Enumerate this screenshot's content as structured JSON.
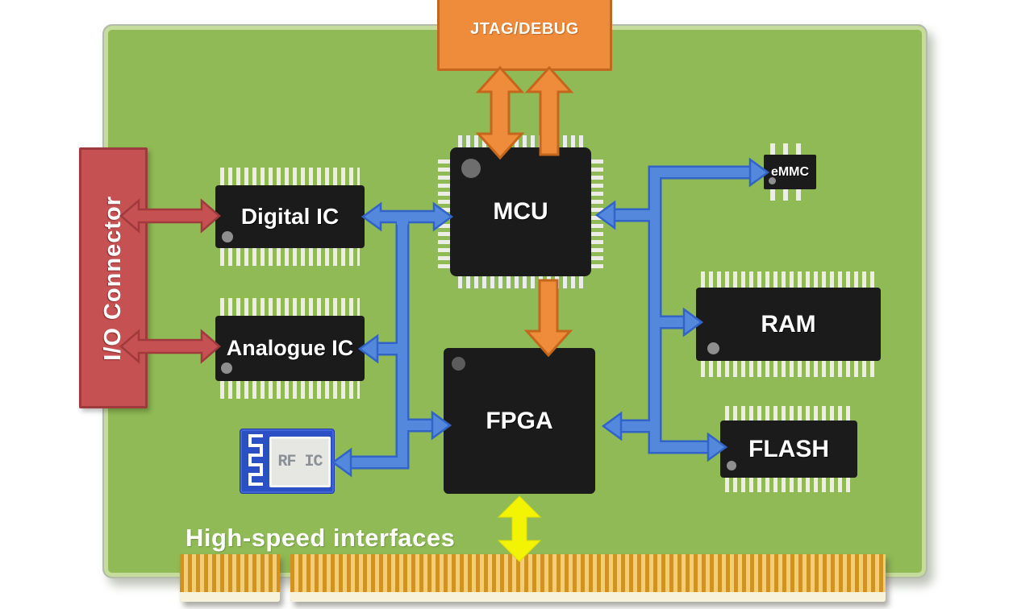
{
  "components": {
    "jtag": {
      "label": "JTAG/DEBUG"
    },
    "io_connector": {
      "label": "I/O Connector"
    },
    "digital_ic": {
      "label": "Digital IC"
    },
    "analogue_ic": {
      "label": "Analogue IC"
    },
    "rf_ic": {
      "label": "RF IC"
    },
    "mcu": {
      "label": "MCU"
    },
    "fpga": {
      "label": "FPGA"
    },
    "emmc": {
      "label": "eMMC"
    },
    "ram": {
      "label": "RAM"
    },
    "flash": {
      "label": "FLASH"
    }
  },
  "board": {
    "label": "High-speed interfaces"
  },
  "colors": {
    "board_green": "#8FBA55",
    "board_edge_green": "#C6DC9C",
    "chip_black": "#1B1B1B",
    "arrow_blue": "#5488DC",
    "arrow_blue_outline": "#3264C8",
    "arrow_red": "#C55152",
    "arrow_orange": "#EE8C3C",
    "arrow_yellow": "#F3F304",
    "gold_finger_dark": "#D2921E",
    "gold_finger_light": "#F2CE79",
    "rf_module_blue": "#2A50C4"
  },
  "connections": [
    {
      "from": "JTAG/DEBUG",
      "to": "MCU",
      "color": "orange",
      "arrows": "both"
    },
    {
      "from": "MCU",
      "to": "JTAG/DEBUG",
      "color": "orange",
      "arrows": "to"
    },
    {
      "from": "MCU",
      "to": "FPGA",
      "color": "orange",
      "arrows": "to"
    },
    {
      "from": "I/O Connector",
      "to": "Digital IC",
      "color": "red",
      "arrows": "both"
    },
    {
      "from": "I/O Connector",
      "to": "Analogue IC",
      "color": "red",
      "arrows": "both"
    },
    {
      "from": "Digital IC",
      "to": "MCU",
      "color": "blue",
      "arrows": "both"
    },
    {
      "from": "left bus",
      "to": "Analogue IC",
      "color": "blue",
      "arrows": "to"
    },
    {
      "from": "left bus",
      "to": "FPGA",
      "color": "blue",
      "arrows": "to"
    },
    {
      "from": "left bus",
      "to": "RF IC",
      "color": "blue",
      "arrows": "to"
    },
    {
      "from": "memory bus",
      "to": "eMMC",
      "color": "blue",
      "arrows": "to"
    },
    {
      "from": "memory bus",
      "to": "MCU",
      "color": "blue",
      "arrows": "to"
    },
    {
      "from": "memory bus",
      "to": "RAM",
      "color": "blue",
      "arrows": "to"
    },
    {
      "from": "memory bus",
      "to": "FPGA",
      "color": "blue",
      "arrows": "to"
    },
    {
      "from": "memory bus",
      "to": "FLASH",
      "color": "blue",
      "arrows": "to"
    },
    {
      "from": "FPGA",
      "to": "edge connector",
      "color": "yellow",
      "arrows": "both"
    }
  ]
}
